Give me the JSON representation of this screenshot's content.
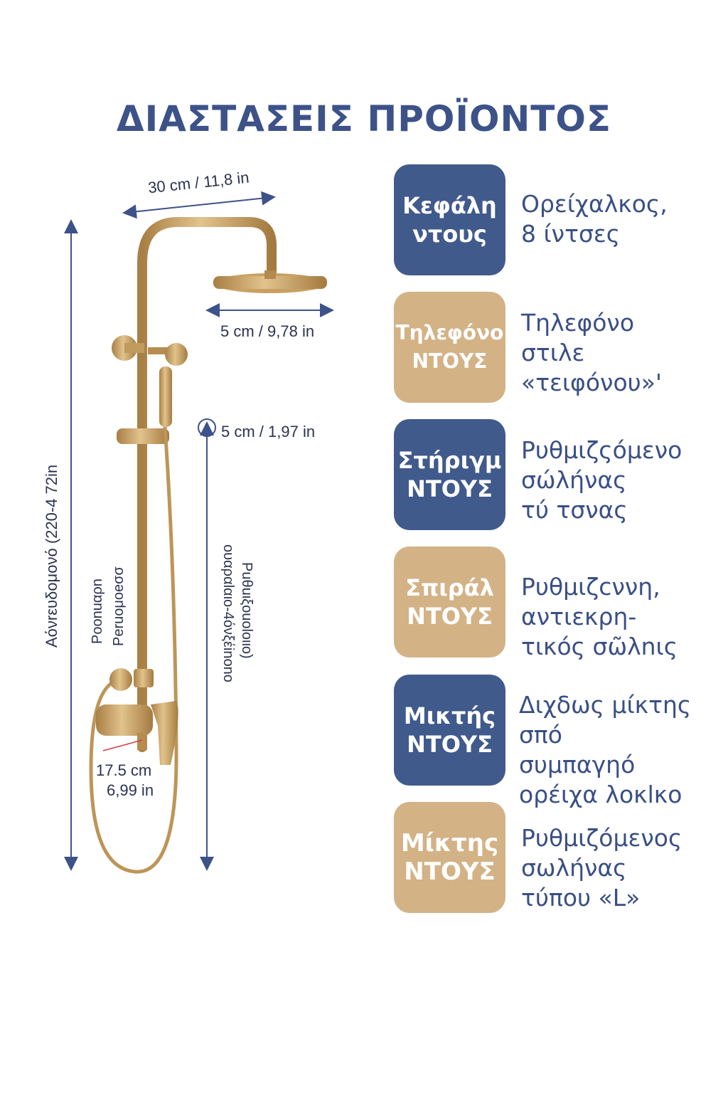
{
  "title": "ΔΙΑΣΤΑΣΕΙΣ ΠΡΟΪΟΝΤΟΣ",
  "colors": {
    "navy": "#3c5288",
    "badge_blue": "#415a8c",
    "badge_tan": "#d3b286",
    "brass": "#c9a062"
  },
  "dimensions": {
    "arm_width": "30 cm / 11,8 in",
    "head_diameter": "5 cm / 9,78 in",
    "slide_gap": "5 cm / 1,97 in",
    "total_height": "Αόνrευδομονό (220-4 72in",
    "slide_label_1": "Ροοnuαρn",
    "slide_label_2": "Ρеruoμoеσσ",
    "rail_label_1": "ουαραlαιο-4όνξέinono",
    "rail_label_2": "Ρuθuιξouolοιιο)",
    "mixer_depth_cm": "17.5 cm",
    "mixer_depth_in": "6,99 in"
  },
  "features": [
    {
      "badge": [
        "Κεφάλη",
        "ντους"
      ],
      "style": "blue",
      "desc": [
        "Ορείχαλκος,",
        "8 ίντσες"
      ]
    },
    {
      "badge": [
        "Τηλεφόνο",
        "ΝΤΟΥΣ"
      ],
      "style": "tan",
      "desc": [
        "Τηλεφόνο",
        "στιλε",
        "«τειφόνου»'"
      ]
    },
    {
      "badge": [
        "Στήριγμ",
        "ΝΤΟΥΣ"
      ],
      "style": "blue",
      "desc": [
        "Ρυθμιζςόμενο",
        "σώλήνας",
        "τύ τσνας"
      ]
    },
    {
      "badge": [
        "Σπιράλ",
        "ΝΤΟΥΣ"
      ],
      "style": "tan",
      "desc": [
        "Ρυθμιζcννη,",
        "αντιεκρη-",
        "τικός σῶλnις"
      ]
    },
    {
      "badge": [
        "Μικτής",
        "ΝΤΟΥΣ"
      ],
      "style": "blue",
      "desc": [
        "Διχδως μίκτης",
        "σπό",
        "συμπαγηό",
        "ορέιχα λοκlκο"
      ]
    },
    {
      "badge": [
        "Μίκτης",
        "ΝΤΟΥΣ"
      ],
      "style": "tan",
      "desc": [
        "Ρυθμιζόμενος",
        "σωλήνας",
        "τύπου «L»"
      ]
    }
  ]
}
